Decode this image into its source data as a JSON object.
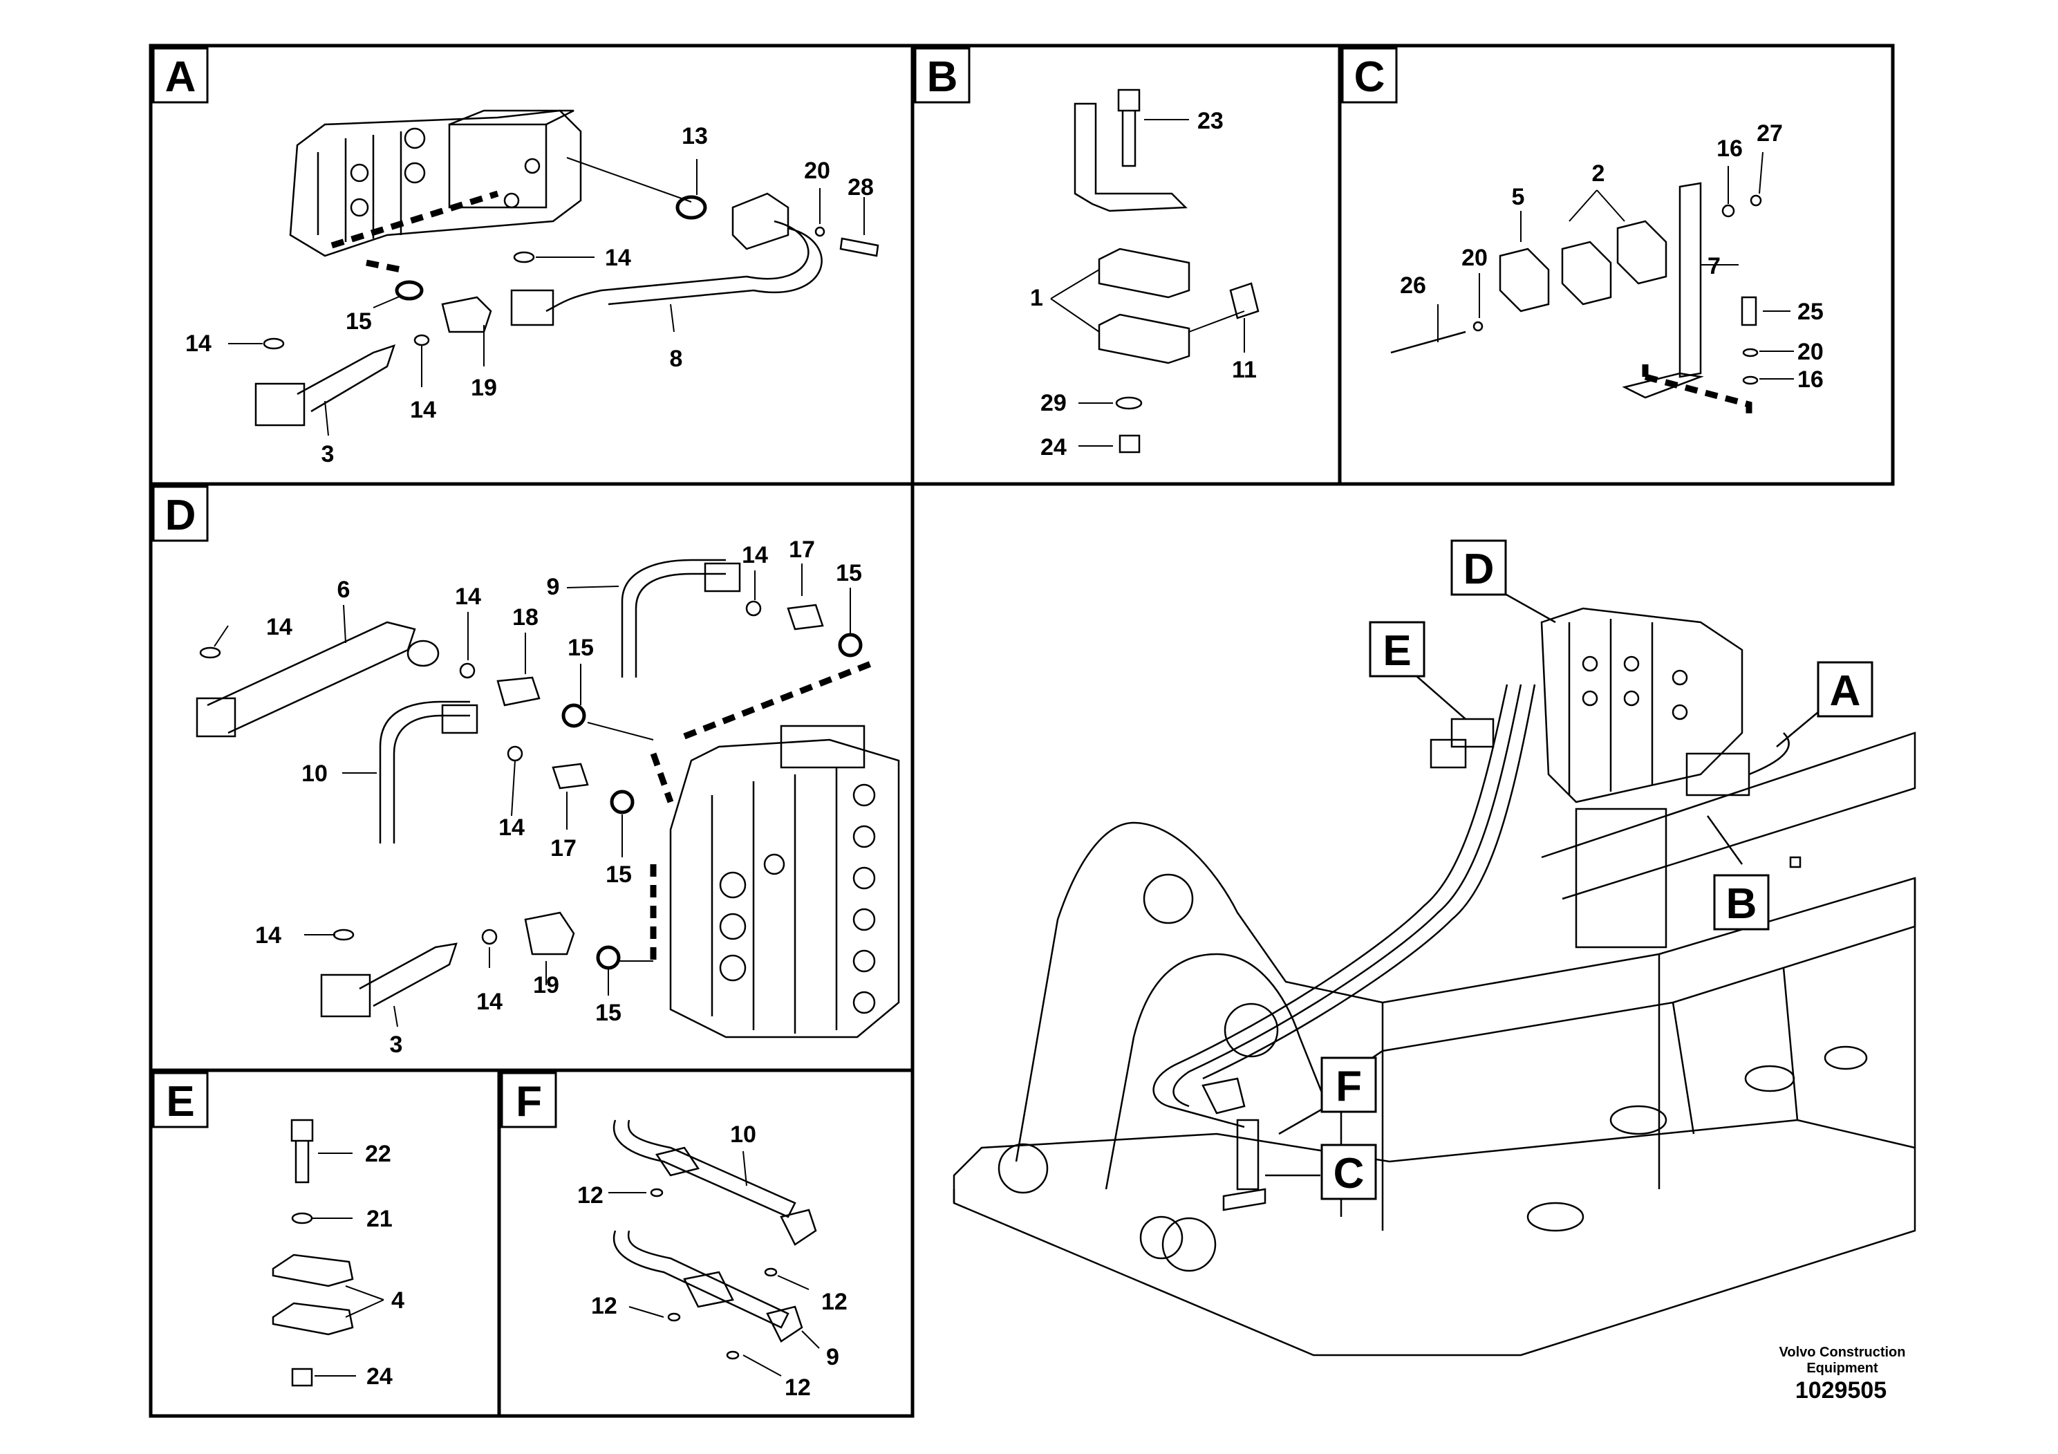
{
  "panels": {
    "A": {
      "letter": "A",
      "labels": [
        "13",
        "20",
        "28",
        "14",
        "15",
        "14",
        "14",
        "19",
        "8",
        "3"
      ]
    },
    "B": {
      "letter": "B",
      "labels": [
        "23",
        "1",
        "11",
        "29",
        "24"
      ]
    },
    "C": {
      "letter": "C",
      "labels": [
        "2",
        "16",
        "27",
        "5",
        "20",
        "7",
        "26",
        "25",
        "20",
        "16"
      ]
    },
    "D": {
      "letter": "D",
      "labels": [
        "14",
        "6",
        "14",
        "18",
        "15",
        "9",
        "14",
        "17",
        "15",
        "10",
        "14",
        "17",
        "15",
        "14",
        "14",
        "19",
        "15",
        "3"
      ]
    },
    "E": {
      "letter": "E",
      "labels": [
        "22",
        "21",
        "4",
        "24"
      ]
    },
    "F": {
      "letter": "F",
      "labels": [
        "10",
        "12",
        "12",
        "12",
        "9",
        "12"
      ]
    }
  },
  "overview": {
    "callouts": [
      "D",
      "E",
      "A",
      "B",
      "F",
      "C"
    ]
  },
  "footer": {
    "brand_line1": "Volvo Construction",
    "brand_line2": "Equipment",
    "drawing_number": "1029505"
  },
  "icons": [
    "hydraulic-valve-block-icon",
    "hose-icon",
    "o-ring-icon",
    "bolt-icon",
    "clamp-icon",
    "bracket-icon",
    "nut-icon",
    "washer-icon",
    "elbow-fitting-icon",
    "excavator-frame-icon"
  ]
}
